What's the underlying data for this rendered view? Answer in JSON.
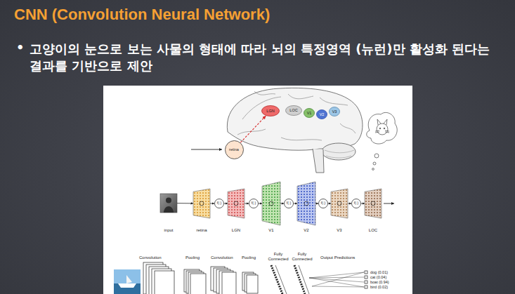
{
  "diagram": {
    "title": "CNN (Convolution Neural Network)",
    "nodes": [
      {
        "text": [
          "retina"
        ]
      },
      {
        "text": [
          "LGN"
        ]
      },
      {
        "text": [
          "LOC"
        ]
      },
      {
        "text": [
          "V1"
        ]
      },
      {
        "text": [
          "V2"
        ]
      },
      {
        "text": [
          "V3"
        ]
      },
      {
        "text": [
          "input"
        ]
      },
      {
        "text": [
          "retina"
        ]
      },
      {
        "text": [
          "f(·)"
        ]
      },
      {
        "text": [
          "LGN"
        ]
      },
      {
        "text": [
          "f(·)"
        ]
      },
      {
        "text": [
          "V1"
        ]
      },
      {
        "text": [
          "f(·)"
        ]
      },
      {
        "text": [
          "V2"
        ]
      },
      {
        "text": [
          "f(·)"
        ]
      },
      {
        "text": [
          "V3"
        ]
      },
      {
        "text": [
          "f(·)"
        ]
      },
      {
        "text": [
          "LOC"
        ]
      }
    ],
    "edges": [
      {
        "from": 0,
        "to": 1,
        "arrow": "to"
      },
      {
        "from": 6,
        "to": 7,
        "arrow": "to"
      },
      {
        "from": 7,
        "to": 8,
        "arrow": "to"
      },
      {
        "from": 8,
        "to": 9,
        "arrow": "to"
      },
      {
        "from": 9,
        "to": 10,
        "arrow": "to"
      },
      {
        "from": 10,
        "to": 11,
        "arrow": "to"
      },
      {
        "from": 11,
        "to": 12,
        "arrow": "to"
      },
      {
        "from": 12,
        "to": 13,
        "arrow": "to"
      },
      {
        "from": 13,
        "to": 14,
        "arrow": "to"
      },
      {
        "from": 14,
        "to": 15,
        "arrow": "to"
      },
      {
        "from": 15,
        "to": 16,
        "arrow": "to"
      },
      {
        "from": 16,
        "to": 17,
        "arrow": "to"
      }
    ],
    "labels": [
      "•",
      "고양이의 눈으로 보는 사물의 형태에 따라 뇌의 특정영역 (뉴런)만 활성화 된다는 결과를 기반으로 제안",
      "Convolution",
      "Pooling",
      "Convolution",
      "Pooling",
      "Fully Connected",
      "Fully Connected",
      "Output Predictions",
      "dog (0.01)",
      "cat (0.04)",
      "boat (0.94)",
      "bird (0.02)"
    ]
  }
}
